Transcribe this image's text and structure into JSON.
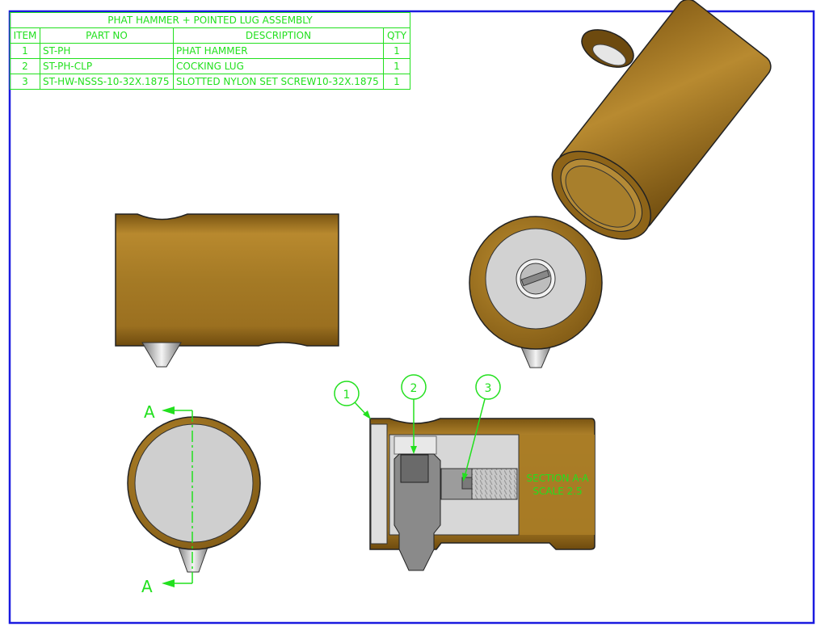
{
  "bom": {
    "title": "PHAT HAMMER + POINTED LUG ASSEMBLY",
    "headers": {
      "item": "ITEM",
      "part_no": "PART NO",
      "description": "DESCRIPTION",
      "qty": "QTY"
    },
    "rows": [
      {
        "item": "1",
        "part_no": "ST-PH",
        "description": "PHAT HAMMER",
        "qty": "1"
      },
      {
        "item": "2",
        "part_no": "ST-PH-CLP",
        "description": "COCKING LUG",
        "qty": "1"
      },
      {
        "item": "3",
        "part_no": "ST-HW-NSSS-10-32X.1875",
        "description": "SLOTTED NYLON SET SCREW10-32X.1875",
        "qty": "1"
      }
    ]
  },
  "section": {
    "cut_label_top": "A",
    "cut_label_bottom": "A",
    "title": "SECTION A-A",
    "scale": "SCALE 2.5",
    "balloons": [
      "1",
      "2",
      "3"
    ]
  },
  "colors": {
    "border": "#1a1ae0",
    "annotation": "#22e01e",
    "brass": "#a57a25",
    "steel": "#cfcfcf"
  }
}
